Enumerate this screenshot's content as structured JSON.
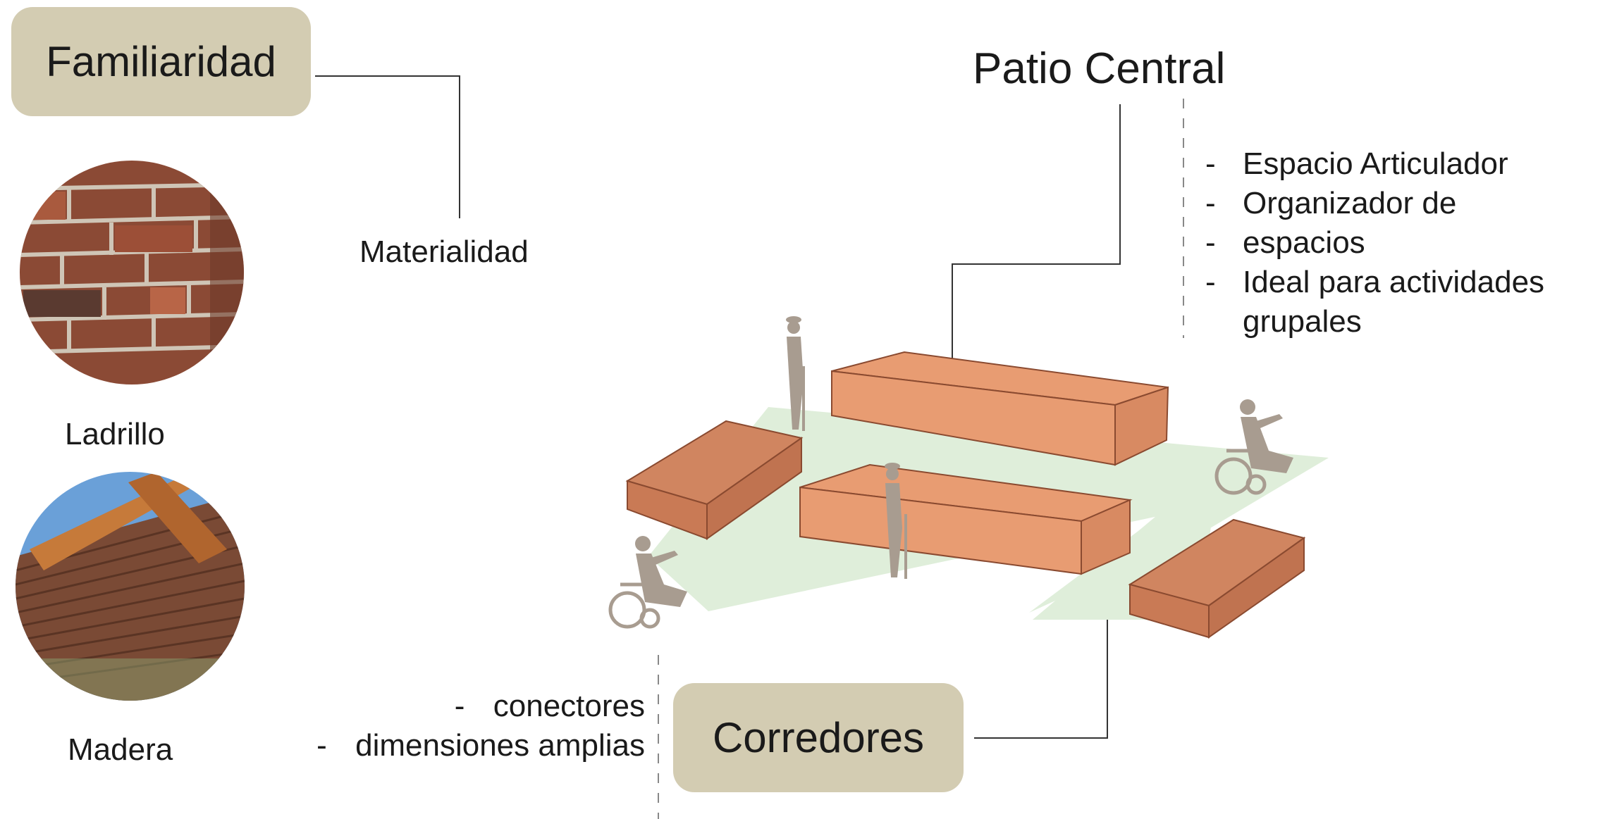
{
  "familiaridad": {
    "label": "Familiaridad"
  },
  "materialidad": {
    "label": "Materialidad"
  },
  "materials": [
    {
      "label": "Ladrillo",
      "icon": "brick-wall-photo"
    },
    {
      "label": "Madera",
      "icon": "wood-pergola-photo"
    }
  ],
  "patio": {
    "title": "Patio Central",
    "items": [
      "Espacio Articulador",
      "Organizador de",
      "espacios",
      "Ideal para actividades",
      "grupales"
    ],
    "item_dashes": [
      "-",
      "-",
      "-",
      "-",
      ""
    ]
  },
  "corredores": {
    "label": "Corredores",
    "items": [
      "conectores",
      "dimensiones amplias"
    ],
    "item_dashes": [
      "-",
      "-"
    ]
  },
  "colors": {
    "tag_background": "#d3ccb2",
    "block_light": "#e89c72",
    "block_dark": "#c97a55",
    "ground": "#dfeeda",
    "figure": "#a89c90",
    "leader_line": "#333333"
  }
}
